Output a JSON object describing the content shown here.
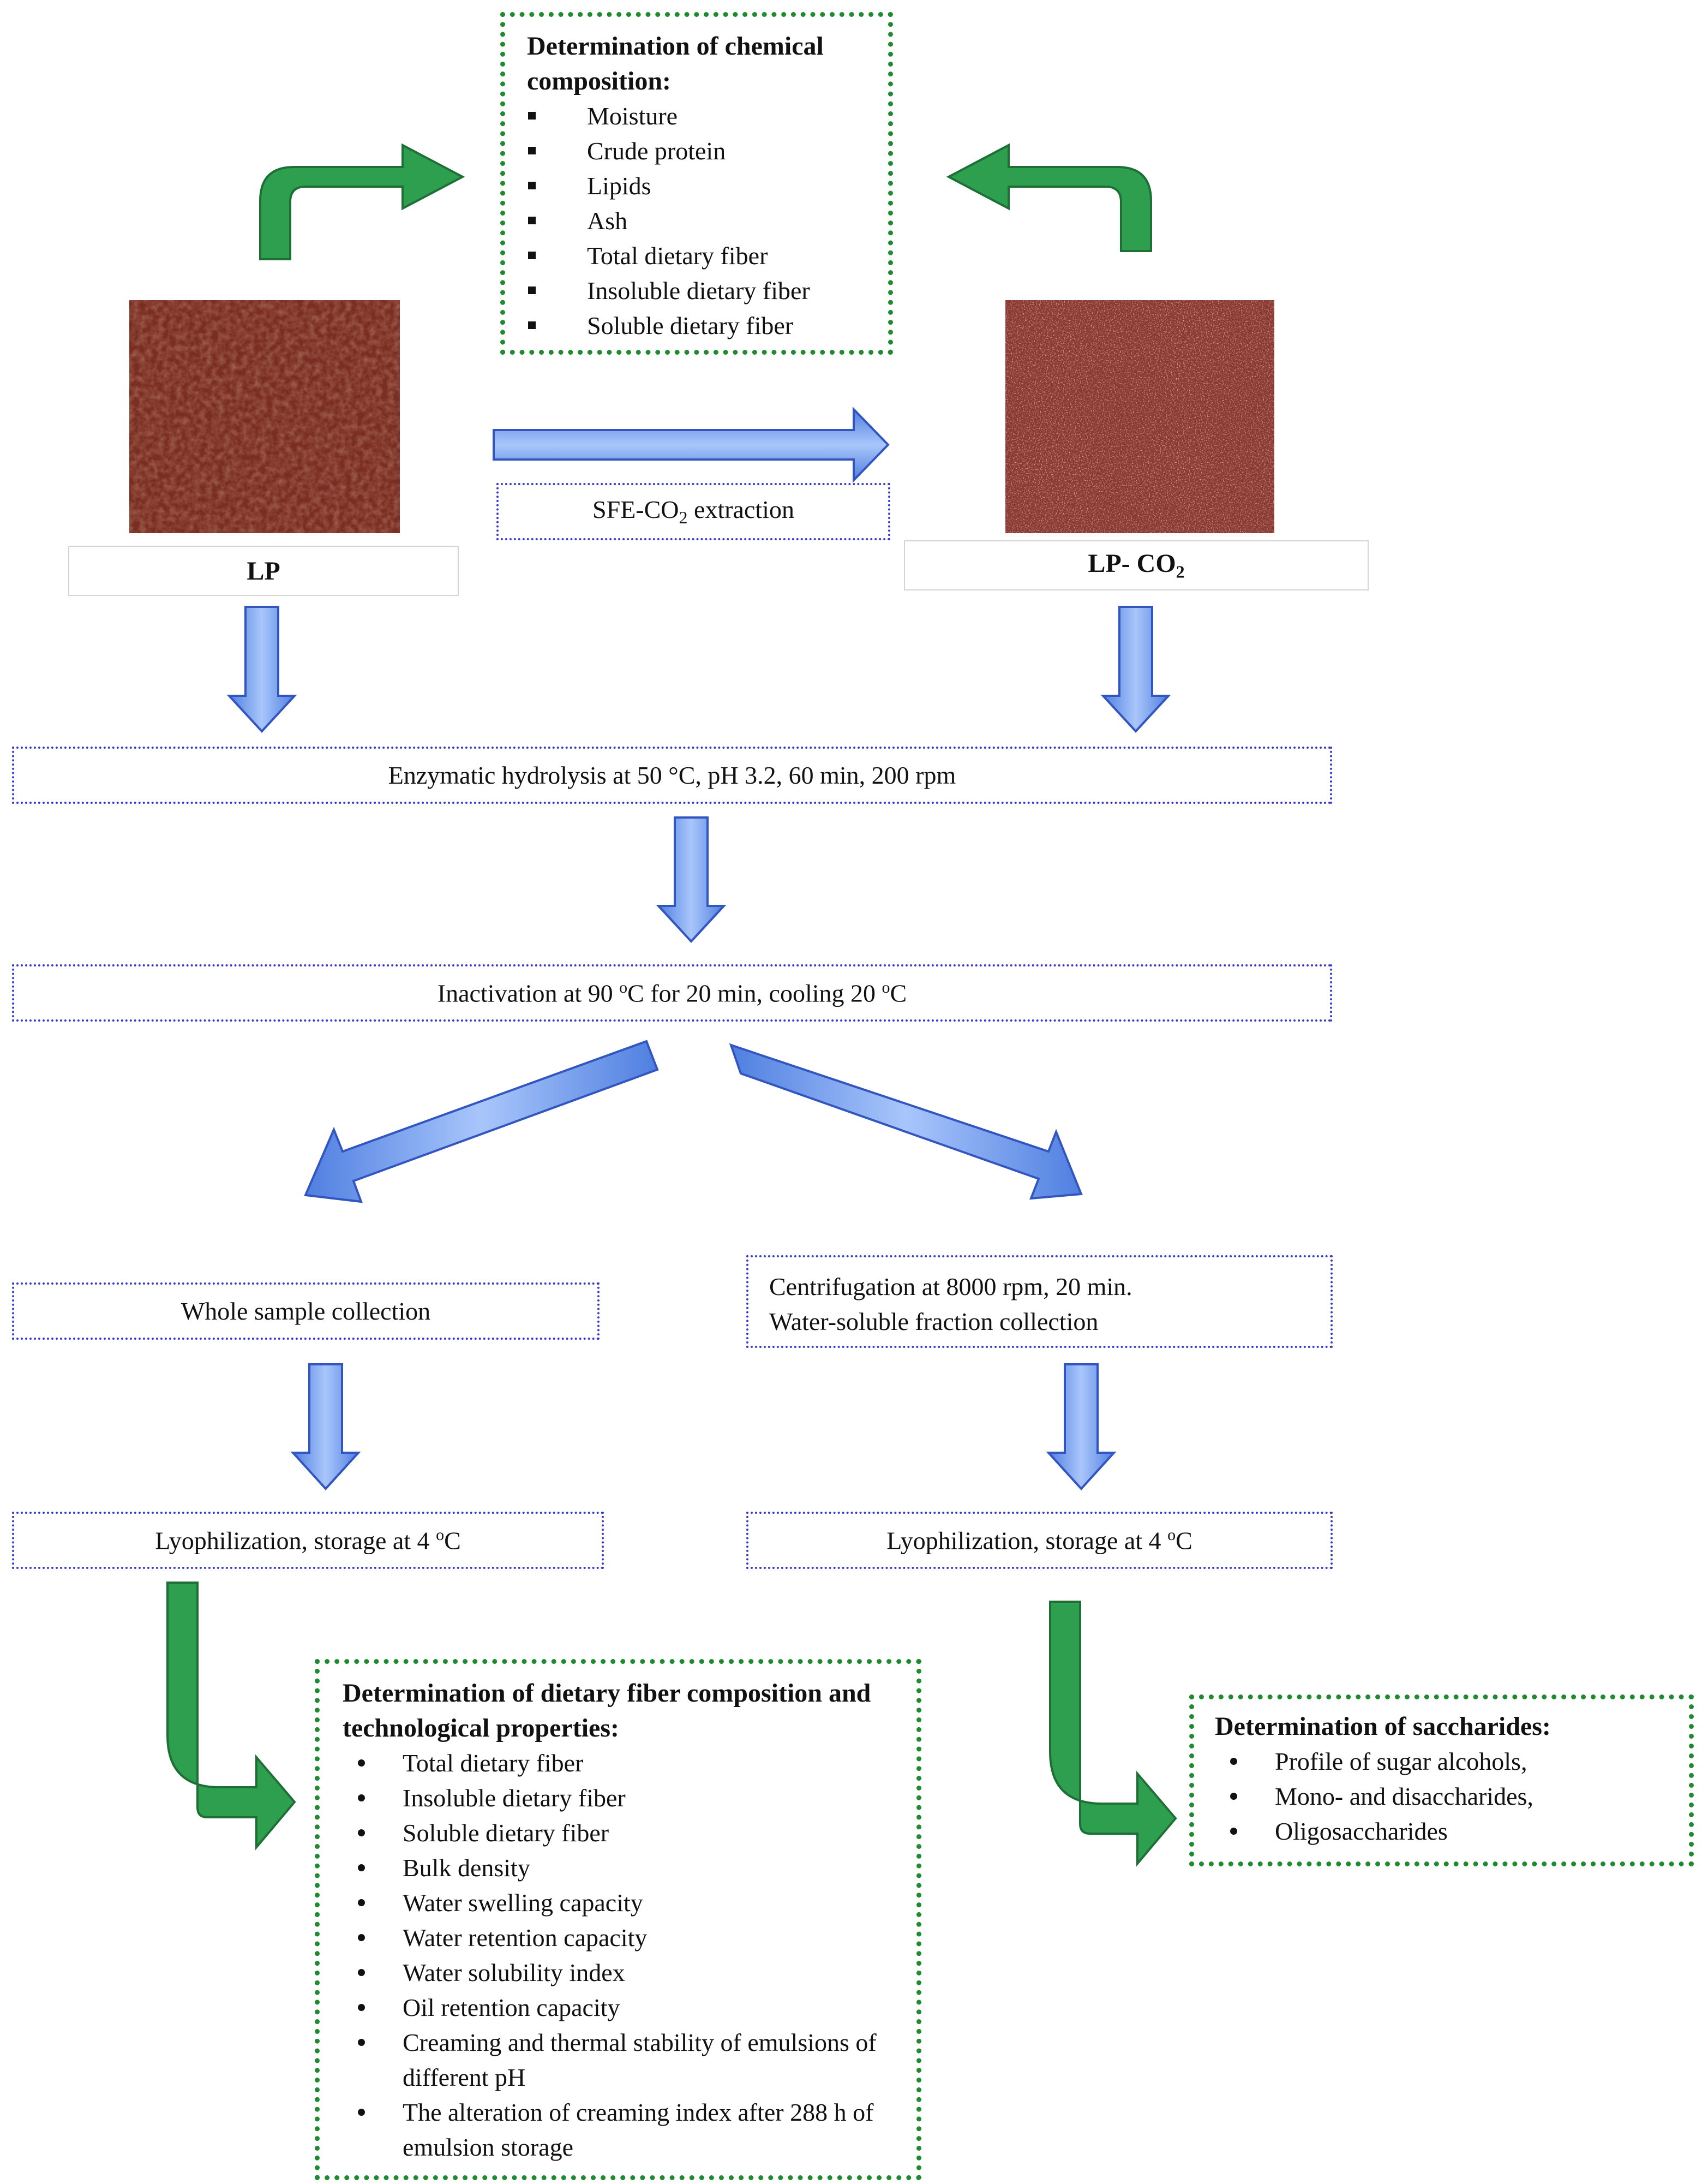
{
  "colors": {
    "green_arrow": "#2e9e4f",
    "blue_arrow": "#6e9cf0",
    "blue_border": "#3a3ac8",
    "green_border": "#1f8a2e"
  },
  "chem_box": {
    "title": "Determination of chemical composition:",
    "items": [
      "Moisture",
      "Crude protein",
      "Lipids",
      "Ash",
      "Total dietary fiber",
      "Insoluble dietary fiber",
      "Soluble dietary fiber"
    ]
  },
  "lp_label": "LP",
  "lpco2_label": {
    "main": "LP- CO",
    "sub": "2"
  },
  "sfe": {
    "before": "SFE-CO",
    "sub": "2",
    "after": " extraction"
  },
  "enzymatic": "Enzymatic hydrolysis at 50 °C, pH 3.2, 60 min, 200 rpm",
  "inactivation": {
    "a": "Inactivation at 90 ",
    "sup1": "o",
    "b": "C for 20 min, cooling 20 ",
    "sup2": "o",
    "c": "C"
  },
  "whole_sample": "Whole sample collection",
  "centrifugation": {
    "line1": "Centrifugation at 8000 rpm, 20 min.",
    "line2": "Water-soluble fraction collection"
  },
  "lyo_left": {
    "a": "Lyophilization, storage at 4 ",
    "sup": "o",
    "b": "C"
  },
  "lyo_right": {
    "a": "Lyophilization, storage at 4 ",
    "sup": "o",
    "b": "C"
  },
  "fiber_box": {
    "title": "Determination of dietary fiber composition and technological properties:",
    "items": [
      "Total dietary fiber",
      "Insoluble dietary fiber",
      "Soluble dietary fiber",
      "Bulk density",
      "Water swelling capacity",
      "Water retention capacity",
      "Water solubility index",
      "Oil retention capacity",
      "Creaming and thermal stability of emulsions of different pH",
      "The alteration of creaming index after 288 h of emulsion storage"
    ]
  },
  "sacch_box": {
    "title": "Determination of saccharides:",
    "items": [
      "Profile of sugar alcohols,",
      "Mono- and disaccharides,",
      "Oligosaccharides"
    ]
  }
}
